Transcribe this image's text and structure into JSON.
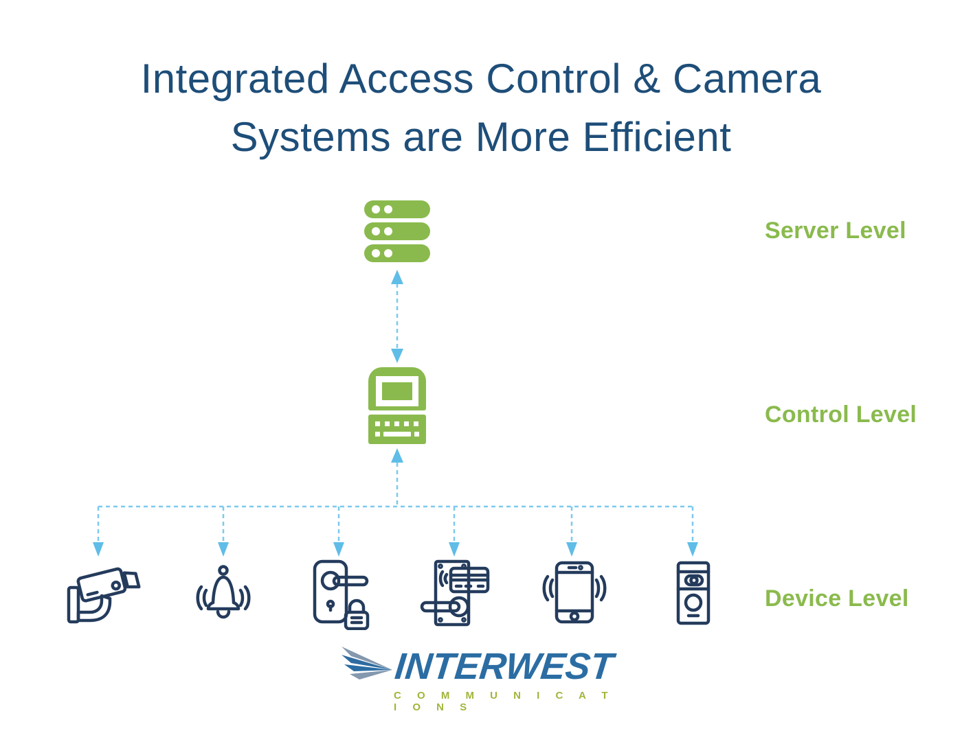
{
  "title": {
    "line1": "Integrated Access Control & Camera",
    "line2": "Systems are More Efficient"
  },
  "levels": [
    {
      "label": "Server Level"
    },
    {
      "label": "Control Level"
    },
    {
      "label": "Device Level"
    }
  ],
  "icons": {
    "server": "server-stack-icon",
    "control": "control-panel-icon",
    "devices": [
      "cctv-camera-icon",
      "alarm-bell-icon",
      "door-handle-lock-icon",
      "card-reader-lock-icon",
      "smartphone-icon",
      "video-doorbell-icon"
    ]
  },
  "logo": {
    "name": "INTERWEST",
    "tagline": "C O M M U N I C A T I O N S"
  },
  "colors": {
    "title_navy": "#1E4E79",
    "level_green": "#8ABA4D",
    "icon_green": "#8ABA4D",
    "device_outline_navy": "#243B5C",
    "arrow_head_blue": "#5FBDE7",
    "arrow_dash_blue": "#7CCAEE",
    "logo_blue": "#2B6DA3",
    "logo_green": "#9FB63B"
  }
}
